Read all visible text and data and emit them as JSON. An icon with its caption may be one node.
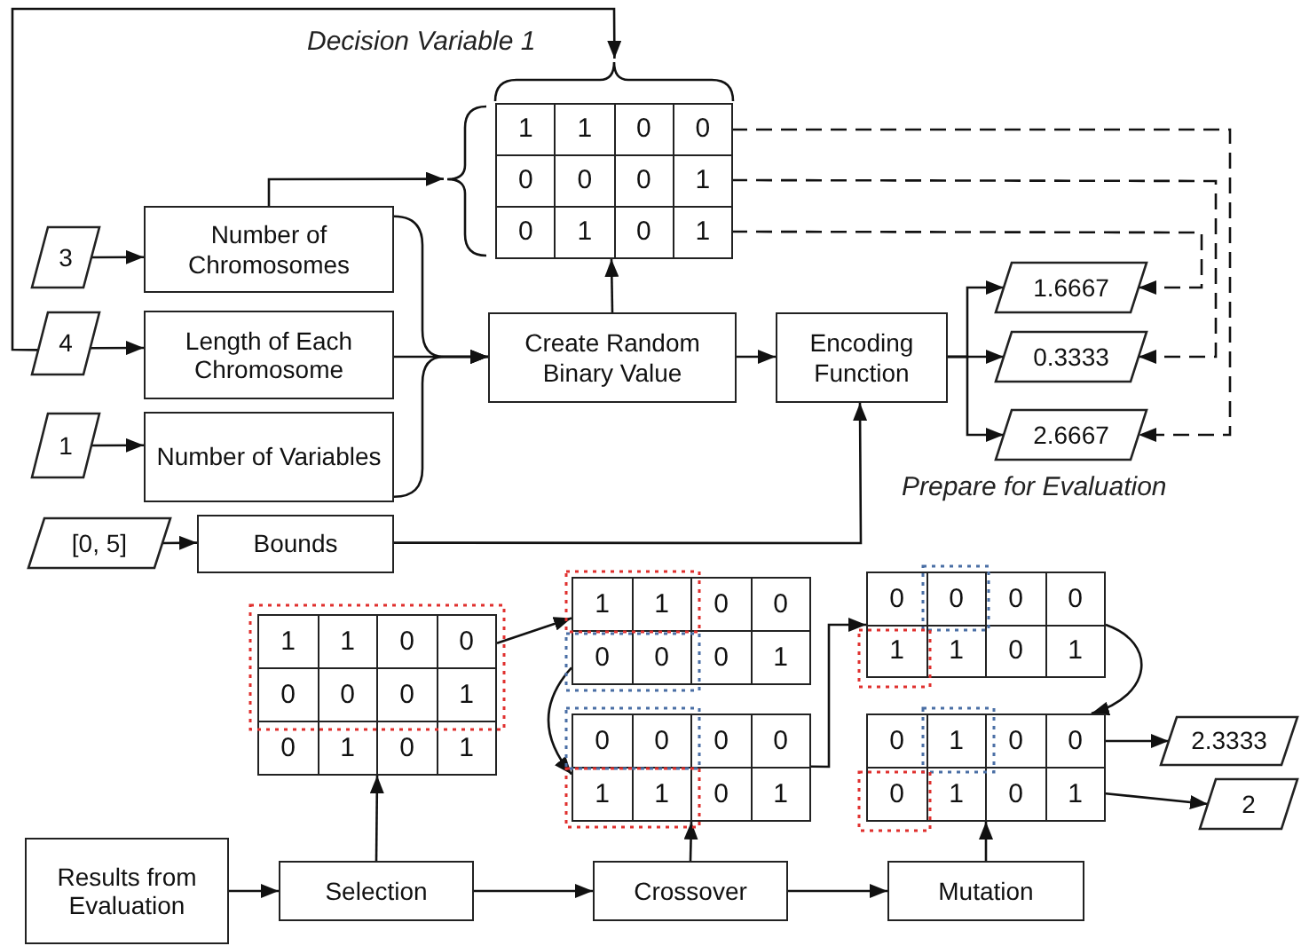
{
  "diagram": {
    "nodes": [
      {
        "text": [
          "3"
        ]
      },
      {
        "text": [
          "Number of Chromosomes"
        ]
      },
      {
        "text": [
          "4"
        ]
      },
      {
        "text": [
          "Length of Each Chromosome"
        ]
      },
      {
        "text": [
          "1"
        ]
      },
      {
        "text": [
          "Number of Variables"
        ]
      },
      {
        "text": [
          "[0, 5]"
        ]
      },
      {
        "text": [
          "Bounds"
        ]
      },
      {
        "text": [],
        "shape": "box"
      },
      {
        "text": [
          "1",
          "1",
          "0",
          "0"
        ],
        "in": 8
      },
      {
        "text": [
          "0",
          "0",
          "0",
          "1"
        ],
        "in": 8
      },
      {
        "text": [
          "0",
          "1",
          "0",
          "1"
        ],
        "in": 8
      },
      {
        "text": [
          "Create Random Binary Value"
        ]
      },
      {
        "text": [
          "Encoding Function"
        ]
      },
      {
        "text": [
          "1.6667"
        ]
      },
      {
        "text": [
          "0.3333"
        ]
      },
      {
        "text": [
          "2.6667"
        ]
      },
      {
        "text": [],
        "shape": "box"
      },
      {
        "text": [
          "1",
          "1",
          "0",
          "0"
        ],
        "in": 17
      },
      {
        "text": [
          "0",
          "0",
          "0",
          "1"
        ],
        "in": 17
      },
      {
        "text": [
          "0",
          "1",
          "0",
          "1"
        ],
        "in": 17
      },
      {
        "text": [],
        "shape": "box"
      },
      {
        "text": [
          "1",
          "1",
          "0",
          "0"
        ],
        "in": 21
      },
      {
        "text": [
          "0",
          "0",
          "0",
          "1"
        ],
        "in": 21
      },
      {
        "text": [],
        "shape": "box"
      },
      {
        "text": [
          "0",
          "0",
          "0",
          "0"
        ],
        "in": 24
      },
      {
        "text": [
          "1",
          "1",
          "0",
          "1"
        ],
        "in": 24
      },
      {
        "text": [],
        "shape": "box"
      },
      {
        "text": [
          "0",
          "0",
          "0",
          "0"
        ],
        "in": 27
      },
      {
        "text": [
          "1",
          "1",
          "0",
          "1"
        ],
        "in": 27
      },
      {
        "text": [],
        "shape": "box"
      },
      {
        "text": [
          "0",
          "1",
          "0",
          "0"
        ],
        "in": 30
      },
      {
        "text": [
          "0",
          "1",
          "0",
          "1"
        ],
        "in": 30
      },
      {
        "text": [
          "Results from Evaluation"
        ]
      },
      {
        "text": [
          "Selection"
        ]
      },
      {
        "text": [
          "Crossover"
        ]
      },
      {
        "text": [
          "Mutation"
        ]
      },
      {
        "text": [
          "2.3333"
        ]
      },
      {
        "text": [
          "2"
        ]
      }
    ],
    "edges": [
      {
        "from": 0,
        "to": 1,
        "arrow": "to"
      },
      {
        "from": 2,
        "to": 3,
        "arrow": "to"
      },
      {
        "from": 4,
        "to": 5,
        "arrow": "to"
      },
      {
        "from": 6,
        "to": 7,
        "arrow": "to"
      },
      {
        "from": 2,
        "to": 8,
        "arrow": "to"
      },
      {
        "from": 1,
        "to": 8,
        "arrow": "to"
      },
      {
        "from": 1,
        "to": 12,
        "arrow": "to"
      },
      {
        "from": 3,
        "to": 12,
        "arrow": "to"
      },
      {
        "from": 5,
        "to": 12,
        "arrow": "to"
      },
      {
        "from": 12,
        "to": 8,
        "arrow": "to"
      },
      {
        "from": 12,
        "to": 13,
        "arrow": "to"
      },
      {
        "from": 7,
        "to": 13,
        "arrow": "to"
      },
      {
        "from": 13,
        "to": 14,
        "arrow": "to"
      },
      {
        "from": 13,
        "to": 15,
        "arrow": "to"
      },
      {
        "from": 13,
        "to": 16,
        "arrow": "to"
      },
      {
        "from": 9,
        "to": 16,
        "arrow": "to",
        "style": "dashed"
      },
      {
        "from": 10,
        "to": 15,
        "arrow": "to",
        "style": "dashed"
      },
      {
        "from": 11,
        "to": 14,
        "arrow": "to",
        "style": "dashed"
      },
      {
        "from": 33,
        "to": 34,
        "arrow": "to"
      },
      {
        "from": 34,
        "to": 35,
        "arrow": "to"
      },
      {
        "from": 35,
        "to": 36,
        "arrow": "to"
      },
      {
        "from": 34,
        "to": 17,
        "arrow": "to"
      },
      {
        "from": 17,
        "to": 21,
        "arrow": "to"
      },
      {
        "from": 21,
        "to": 24,
        "arrow": "to"
      },
      {
        "from": 35,
        "to": 24,
        "arrow": "to"
      },
      {
        "from": 24,
        "to": 27,
        "arrow": "to"
      },
      {
        "from": 27,
        "to": 30,
        "arrow": "to"
      },
      {
        "from": 36,
        "to": 30,
        "arrow": "to"
      },
      {
        "from": 31,
        "to": 37,
        "arrow": "to"
      },
      {
        "from": 32,
        "to": 38,
        "arrow": "to"
      }
    ],
    "labels": [
      "Decision Variable 1",
      "Prepare for Evaluation"
    ]
  }
}
